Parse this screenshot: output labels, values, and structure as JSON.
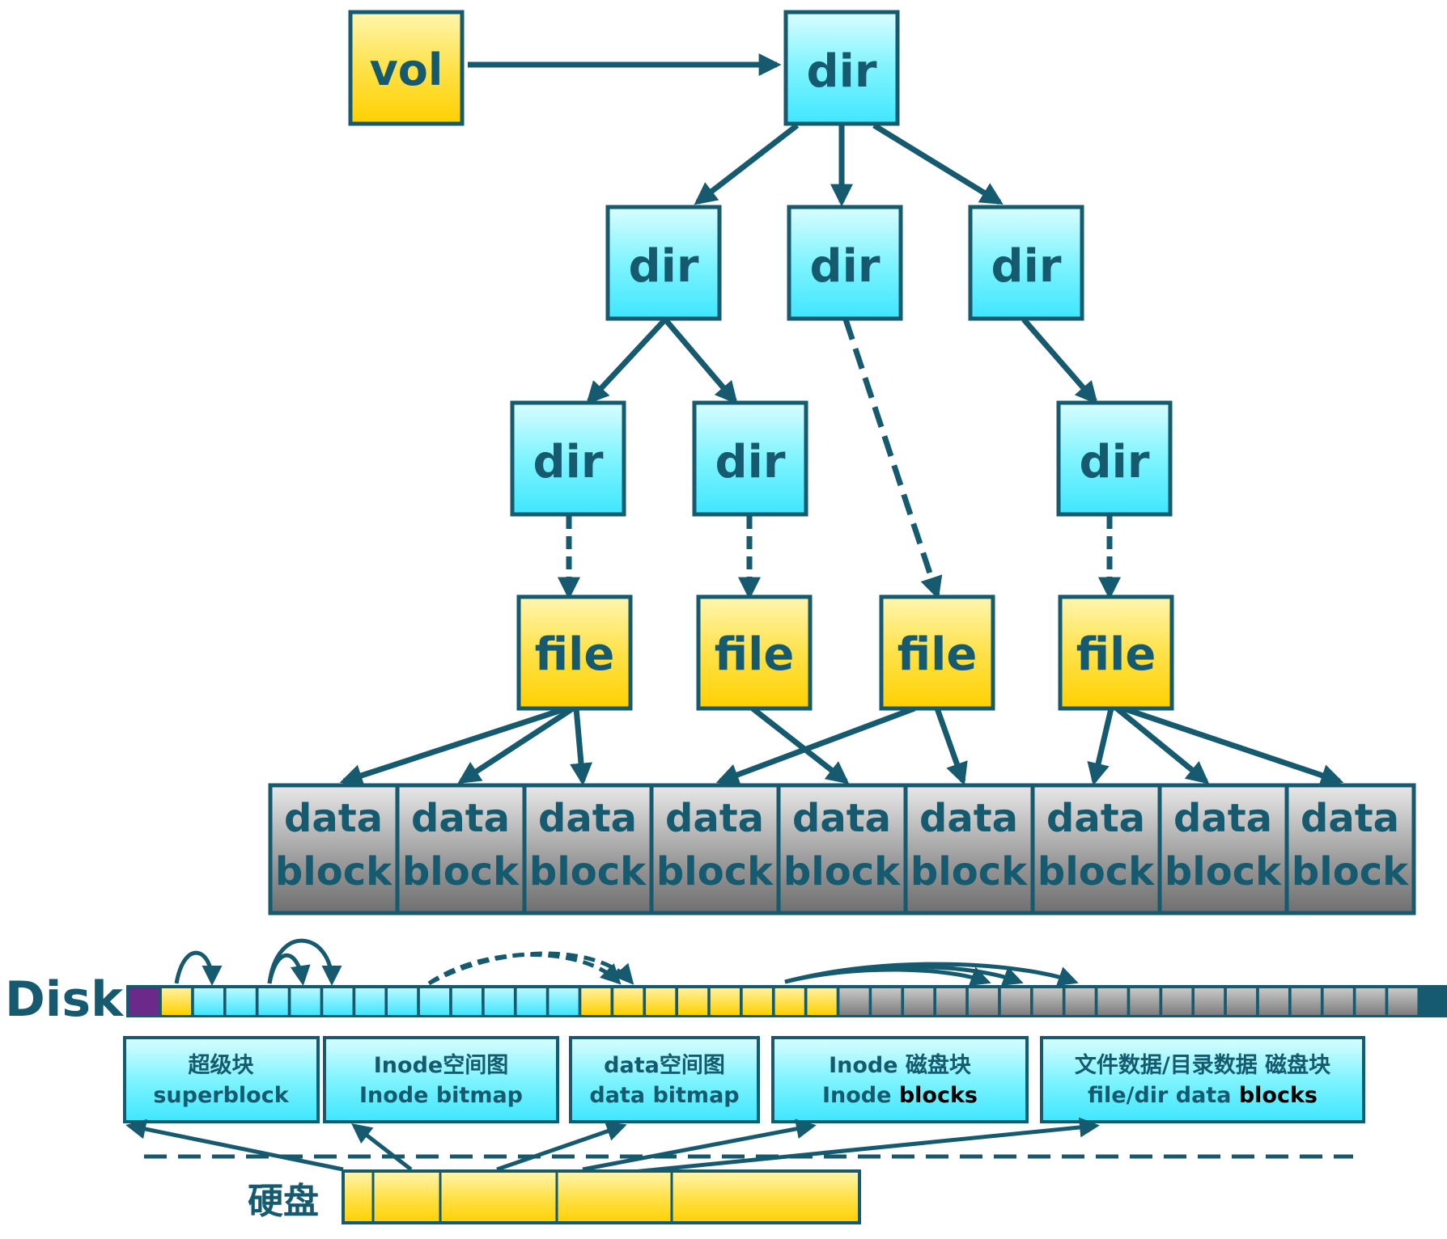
{
  "tree": {
    "vol_label": "vol",
    "dir_label": "dir",
    "file_label": "file",
    "block_line1": "data",
    "block_line2": "block"
  },
  "disk": {
    "label": "Disk",
    "segments": [
      "superblock",
      "inode-bitmap",
      "inode-blocks",
      "data-bitmap",
      "data-blocks"
    ]
  },
  "regions": {
    "superblock": {
      "line1": "超级块",
      "line2": "superblock"
    },
    "inode_bitmap": {
      "line1": "Inode空间图",
      "line2": "Inode bitmap"
    },
    "data_bitmap": {
      "line1": "data空间图",
      "line2": "data bitmap"
    },
    "inode_blocks": {
      "line1": "Inode 磁盘块",
      "line2a": "Inode ",
      "line2b": "blocks"
    },
    "data_blocks": {
      "line1": "文件数据/目录数据 磁盘块",
      "line2a": "file/dir data ",
      "line2b": "blocks"
    }
  },
  "harddisk": {
    "label": "硬盘"
  },
  "colors": {
    "teal_dark": "#155a6e",
    "cyan": "#63f2ff",
    "yellow": "#ffd800",
    "gray": "#8a8a8a",
    "purple": "#6b2a8a"
  }
}
